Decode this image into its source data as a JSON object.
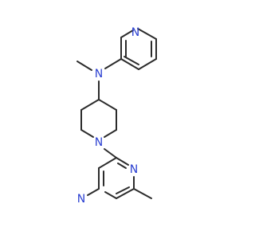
{
  "molecule": {
    "atom_color": "#2a3fd1",
    "bond_color": "#2b2b2b",
    "atoms": {
      "n_pyridine": "N",
      "n_amine": "N",
      "n_piperidine": "N",
      "n_pyrazine_top": "N",
      "n_pyrazine_bottom": "N"
    }
  }
}
